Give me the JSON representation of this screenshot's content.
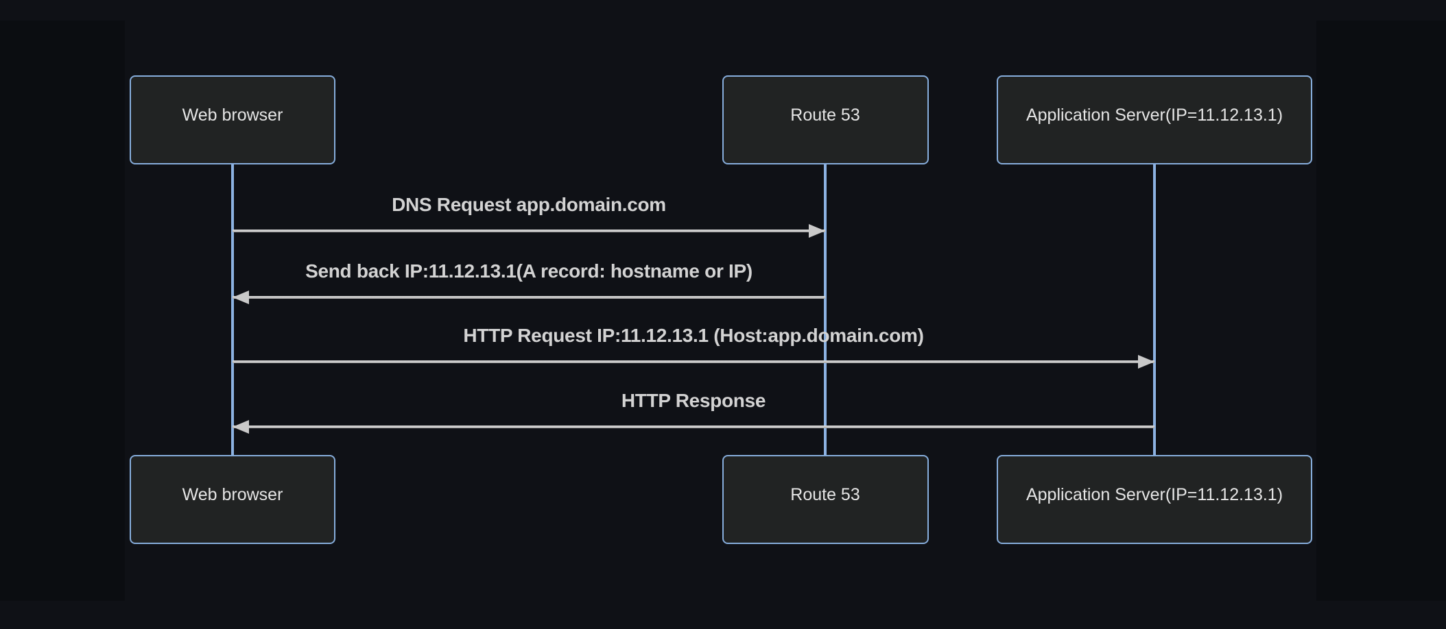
{
  "page": {
    "background": "#0f1116",
    "margin_strip_color": "#0b0d11"
  },
  "diagram": {
    "type": "sequence",
    "theme": {
      "actor_fill": "#212323",
      "actor_border": "#87aedd",
      "actor_text_color": "#e5e5e5",
      "lifeline_color": "#8cb2e2",
      "arrow_color": "#c6c6c6",
      "arrowhead_color": "#c9c9c9",
      "message_text_color": "#d3d3d3"
    },
    "actors": [
      {
        "id": "browser",
        "label": "Web browser"
      },
      {
        "id": "route53",
        "label": "Route 53"
      },
      {
        "id": "appserver",
        "label": "Application Server(IP=11.12.13.1)"
      }
    ],
    "messages": [
      {
        "from": "browser",
        "to": "route53",
        "text": "DNS Request app.domain.com",
        "line": "solid",
        "arrowhead": "filled"
      },
      {
        "from": "route53",
        "to": "browser",
        "text": "Send back IP:11.12.13.1(A record: hostname or IP)",
        "line": "solid",
        "arrowhead": "filled"
      },
      {
        "from": "browser",
        "to": "appserver",
        "text": "HTTP Request IP:11.12.13.1 (Host:app.domain.com)",
        "line": "solid",
        "arrowhead": "filled"
      },
      {
        "from": "appserver",
        "to": "browser",
        "text": "HTTP Response",
        "line": "solid",
        "arrowhead": "filled"
      }
    ]
  }
}
